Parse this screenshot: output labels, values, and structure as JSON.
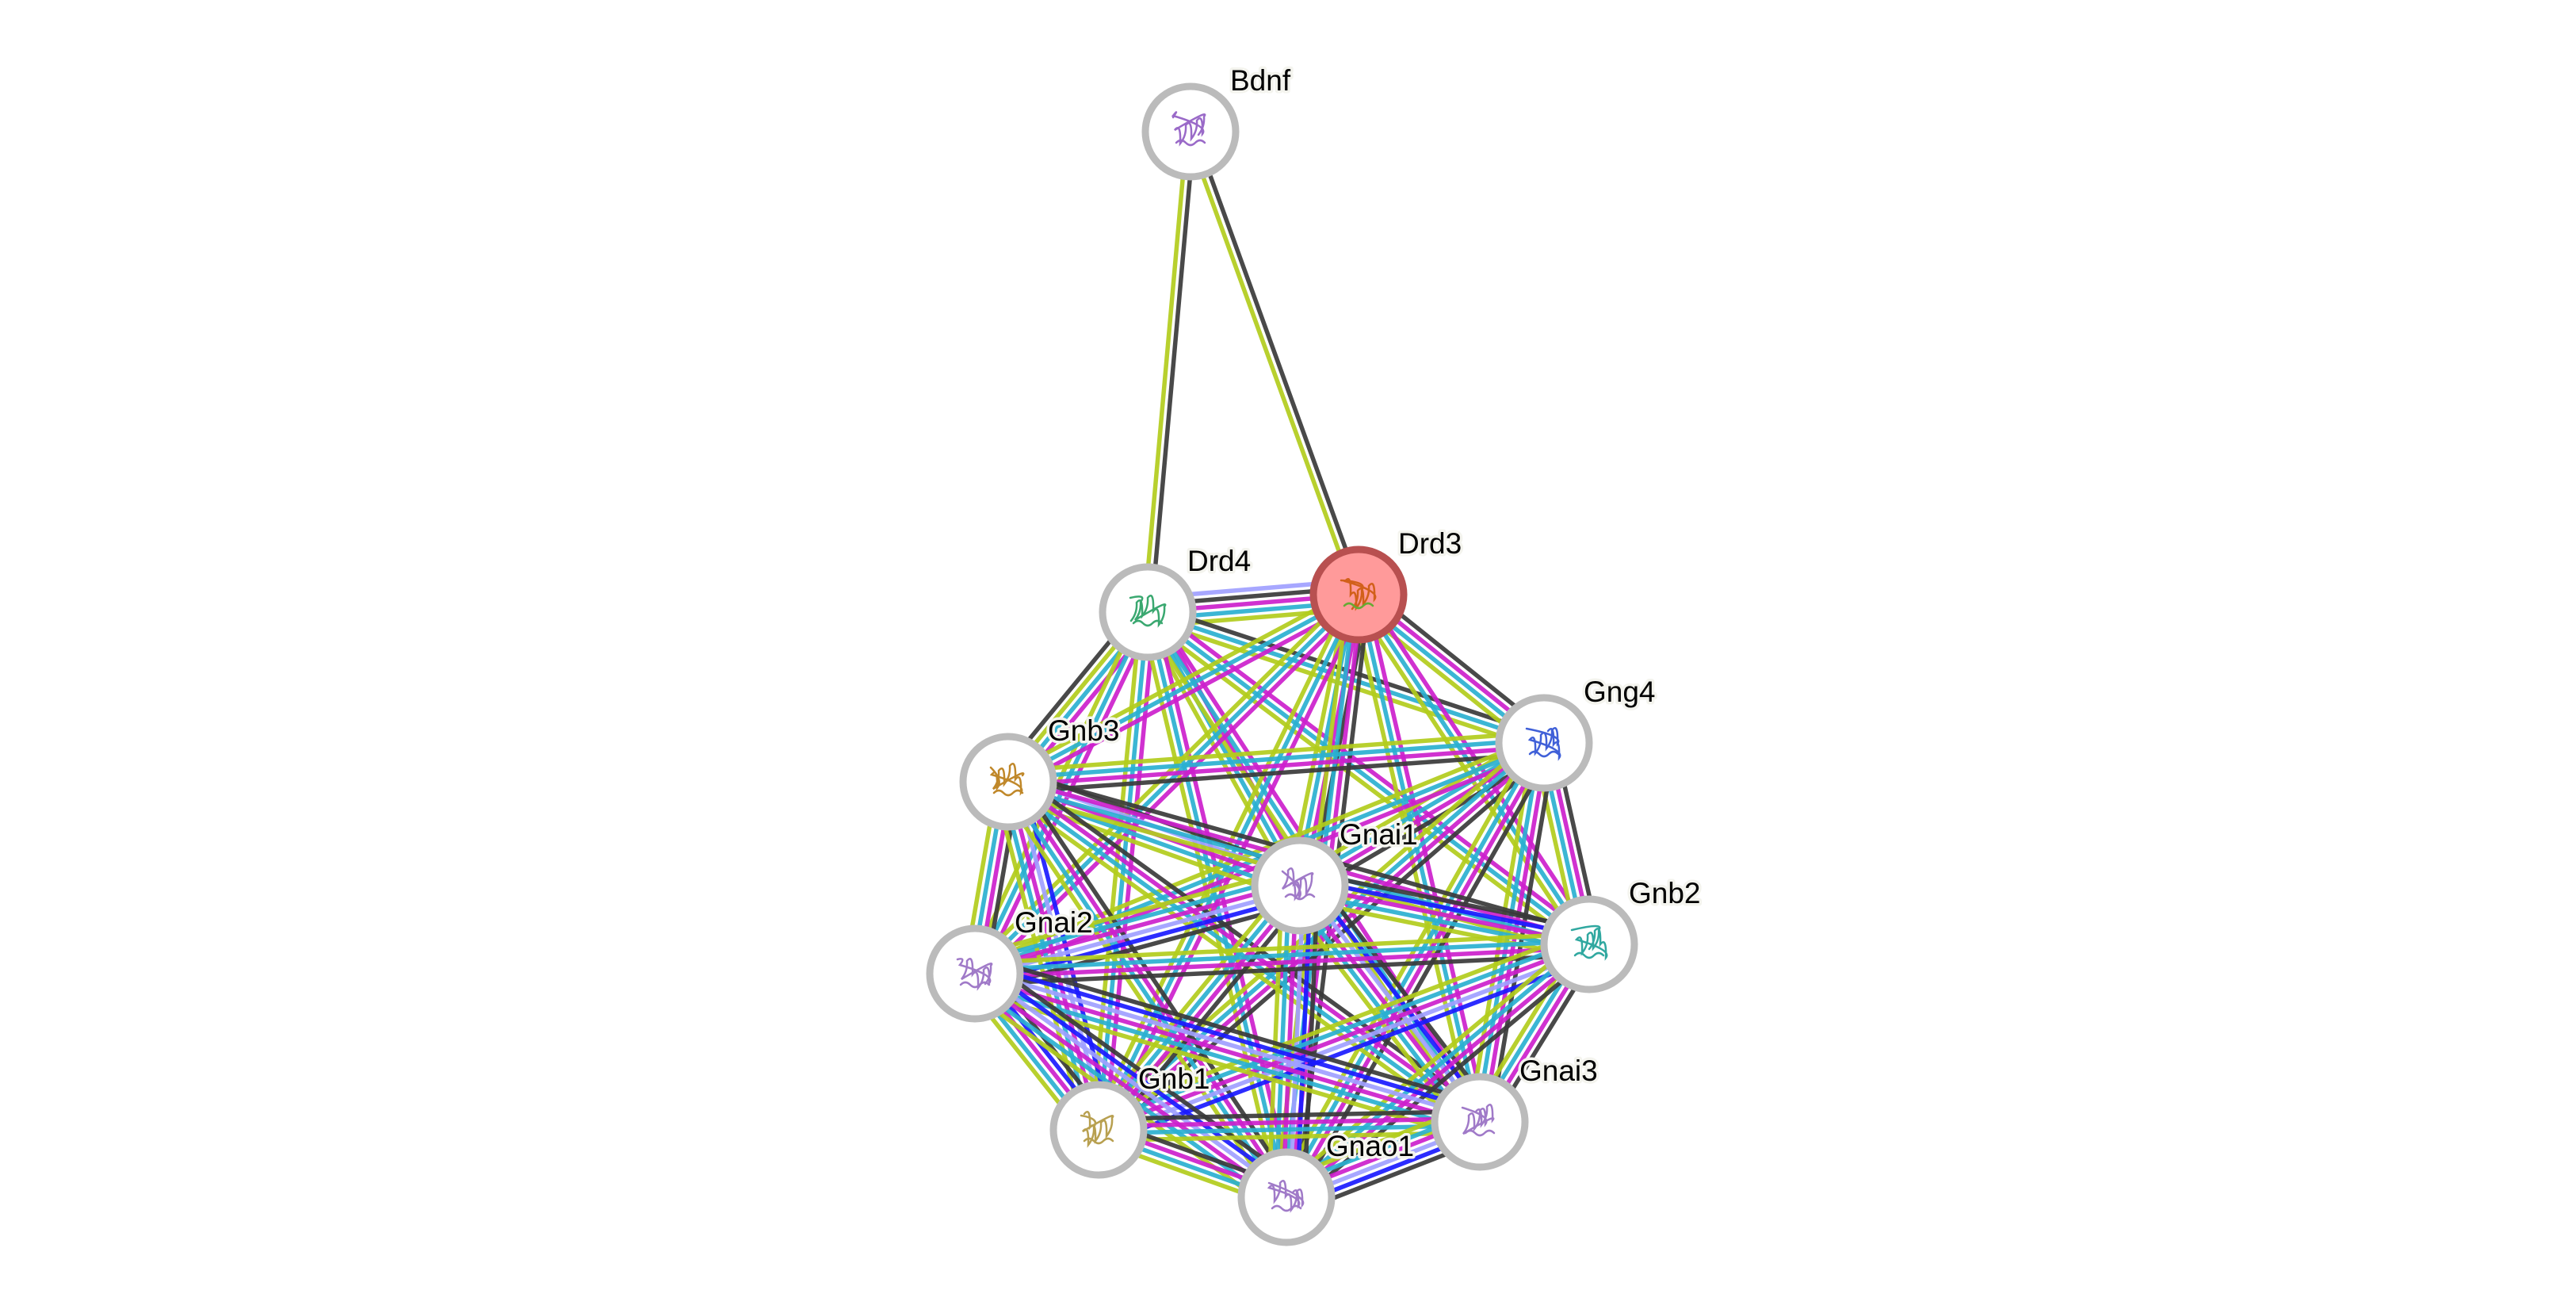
{
  "network": {
    "highlight_color": "#ff9a9a",
    "highlight_border": "#b85050",
    "node_border": "#bbbbbb",
    "evidence_colors": {
      "homology": "#a0a0ff",
      "coexpression": "#3a3a3a",
      "experiments": "#cc1fcc",
      "database": "#2ab0d0",
      "textmining": "#b2cc1c",
      "cooccurrence": "#1a1aff"
    },
    "nodes": [
      {
        "id": "Bdnf",
        "label": "Bdnf",
        "highlight": false,
        "structure_color": "#9a6ac8"
      },
      {
        "id": "Drd4",
        "label": "Drd4",
        "highlight": false,
        "structure_color": "#3aa870"
      },
      {
        "id": "Drd3",
        "label": "Drd3",
        "highlight": true,
        "structure_color": "#d2601a"
      },
      {
        "id": "Gng4",
        "label": "Gng4",
        "highlight": false,
        "structure_color": "#4060d8"
      },
      {
        "id": "Gnb3",
        "label": "Gnb3",
        "highlight": false,
        "structure_color": "#c0882a"
      },
      {
        "id": "Gnai1",
        "label": "Gnai1",
        "highlight": false,
        "structure_color": "#a07ac8"
      },
      {
        "id": "Gnb2",
        "label": "Gnb2",
        "highlight": false,
        "structure_color": "#30a8a0"
      },
      {
        "id": "Gnai2",
        "label": "Gnai2",
        "highlight": false,
        "structure_color": "#a07ac8"
      },
      {
        "id": "Gnb1",
        "label": "Gnb1",
        "highlight": false,
        "structure_color": "#b8a050"
      },
      {
        "id": "Gnai3",
        "label": "Gnai3",
        "highlight": false,
        "structure_color": "#a07ac8"
      },
      {
        "id": "Gnao1",
        "label": "Gnao1",
        "highlight": false,
        "structure_color": "#a07ac8"
      }
    ],
    "edges": [
      [
        "Bdnf",
        "Drd4",
        [
          "coexpression",
          "textmining"
        ]
      ],
      [
        "Bdnf",
        "Drd3",
        [
          "coexpression",
          "textmining"
        ]
      ],
      [
        "Drd4",
        "Drd3",
        [
          "homology",
          "coexpression",
          "experiments",
          "database",
          "textmining"
        ]
      ],
      [
        "Drd4",
        "Gng4",
        [
          "coexpression",
          "database",
          "textmining"
        ]
      ],
      [
        "Drd4",
        "Gnb3",
        [
          "experiments",
          "database",
          "textmining",
          "coexpression"
        ]
      ],
      [
        "Drd4",
        "Gnai1",
        [
          "experiments",
          "database",
          "textmining"
        ]
      ],
      [
        "Drd4",
        "Gnb2",
        [
          "experiments",
          "database",
          "textmining"
        ]
      ],
      [
        "Drd4",
        "Gnai2",
        [
          "experiments",
          "database",
          "textmining"
        ]
      ],
      [
        "Drd4",
        "Gnb1",
        [
          "experiments",
          "database",
          "textmining"
        ]
      ],
      [
        "Drd4",
        "Gnai3",
        [
          "experiments",
          "database",
          "textmining"
        ]
      ],
      [
        "Drd4",
        "Gnao1",
        [
          "experiments",
          "database",
          "textmining"
        ]
      ],
      [
        "Drd3",
        "Gng4",
        [
          "coexpression",
          "experiments",
          "database",
          "textmining"
        ]
      ],
      [
        "Drd3",
        "Gnb3",
        [
          "experiments",
          "database",
          "textmining"
        ]
      ],
      [
        "Drd3",
        "Gnai1",
        [
          "coexpression",
          "experiments",
          "database",
          "textmining"
        ]
      ],
      [
        "Drd3",
        "Gnb2",
        [
          "experiments",
          "database",
          "textmining"
        ]
      ],
      [
        "Drd3",
        "Gnai2",
        [
          "experiments",
          "database",
          "textmining"
        ]
      ],
      [
        "Drd3",
        "Gnb1",
        [
          "experiments",
          "database",
          "textmining"
        ]
      ],
      [
        "Drd3",
        "Gnai3",
        [
          "experiments",
          "database",
          "textmining"
        ]
      ],
      [
        "Drd3",
        "Gnao1",
        [
          "coexpression",
          "experiments",
          "database",
          "textmining"
        ]
      ],
      [
        "Gng4",
        "Gnb3",
        [
          "coexpression",
          "experiments",
          "database",
          "textmining"
        ]
      ],
      [
        "Gng4",
        "Gnai1",
        [
          "coexpression",
          "experiments",
          "database",
          "textmining"
        ]
      ],
      [
        "Gng4",
        "Gnb2",
        [
          "coexpression",
          "experiments",
          "database",
          "textmining"
        ]
      ],
      [
        "Gng4",
        "Gnai2",
        [
          "experiments",
          "database",
          "textmining"
        ]
      ],
      [
        "Gng4",
        "Gnb1",
        [
          "coexpression",
          "experiments",
          "database",
          "textmining"
        ]
      ],
      [
        "Gng4",
        "Gnai3",
        [
          "coexpression",
          "experiments",
          "database",
          "textmining"
        ]
      ],
      [
        "Gng4",
        "Gnao1",
        [
          "coexpression",
          "experiments",
          "database",
          "textmining"
        ]
      ],
      [
        "Gnb3",
        "Gnai1",
        [
          "coexpression",
          "homology",
          "experiments",
          "database",
          "textmining"
        ]
      ],
      [
        "Gnb3",
        "Gnb2",
        [
          "coexpression",
          "experiments",
          "database",
          "textmining"
        ]
      ],
      [
        "Gnb3",
        "Gnai2",
        [
          "coexpression",
          "experiments",
          "database",
          "textmining"
        ]
      ],
      [
        "Gnb3",
        "Gnb1",
        [
          "cooccurrence",
          "homology",
          "experiments",
          "database",
          "textmining"
        ]
      ],
      [
        "Gnb3",
        "Gnai3",
        [
          "coexpression",
          "experiments",
          "database",
          "textmining"
        ]
      ],
      [
        "Gnb3",
        "Gnao1",
        [
          "coexpression",
          "experiments",
          "database",
          "textmining"
        ]
      ],
      [
        "Gnai1",
        "Gnb2",
        [
          "coexpression",
          "cooccurrence",
          "experiments",
          "database",
          "textmining"
        ]
      ],
      [
        "Gnai1",
        "Gnai2",
        [
          "coexpression",
          "cooccurrence",
          "homology",
          "experiments",
          "database",
          "textmining"
        ]
      ],
      [
        "Gnai1",
        "Gnb1",
        [
          "coexpression",
          "experiments",
          "database",
          "textmining"
        ]
      ],
      [
        "Gnai1",
        "Gnai3",
        [
          "coexpression",
          "cooccurrence",
          "homology",
          "experiments",
          "database",
          "textmining"
        ]
      ],
      [
        "Gnai1",
        "Gnao1",
        [
          "coexpression",
          "cooccurrence",
          "homology",
          "experiments",
          "database",
          "textmining"
        ]
      ],
      [
        "Gnb2",
        "Gnai2",
        [
          "coexpression",
          "experiments",
          "database",
          "textmining"
        ]
      ],
      [
        "Gnb2",
        "Gnb1",
        [
          "cooccurrence",
          "homology",
          "experiments",
          "database",
          "textmining"
        ]
      ],
      [
        "Gnb2",
        "Gnai3",
        [
          "coexpression",
          "experiments",
          "database",
          "textmining"
        ]
      ],
      [
        "Gnb2",
        "Gnao1",
        [
          "coexpression",
          "experiments",
          "database",
          "textmining"
        ]
      ],
      [
        "Gnai2",
        "Gnb1",
        [
          "coexpression",
          "cooccurrence",
          "experiments",
          "database",
          "textmining"
        ]
      ],
      [
        "Gnai2",
        "Gnai3",
        [
          "coexpression",
          "cooccurrence",
          "homology",
          "experiments",
          "database",
          "textmining"
        ]
      ],
      [
        "Gnai2",
        "Gnao1",
        [
          "coexpression",
          "cooccurrence",
          "homology",
          "experiments",
          "database",
          "textmining"
        ]
      ],
      [
        "Gnb1",
        "Gnai3",
        [
          "coexpression",
          "experiments",
          "database",
          "textmining"
        ]
      ],
      [
        "Gnb1",
        "Gnao1",
        [
          "coexpression",
          "experiments",
          "database",
          "textmining"
        ]
      ],
      [
        "Gnai3",
        "Gnao1",
        [
          "coexpression",
          "cooccurrence",
          "homology",
          "experiments",
          "database",
          "textmining"
        ]
      ]
    ]
  }
}
